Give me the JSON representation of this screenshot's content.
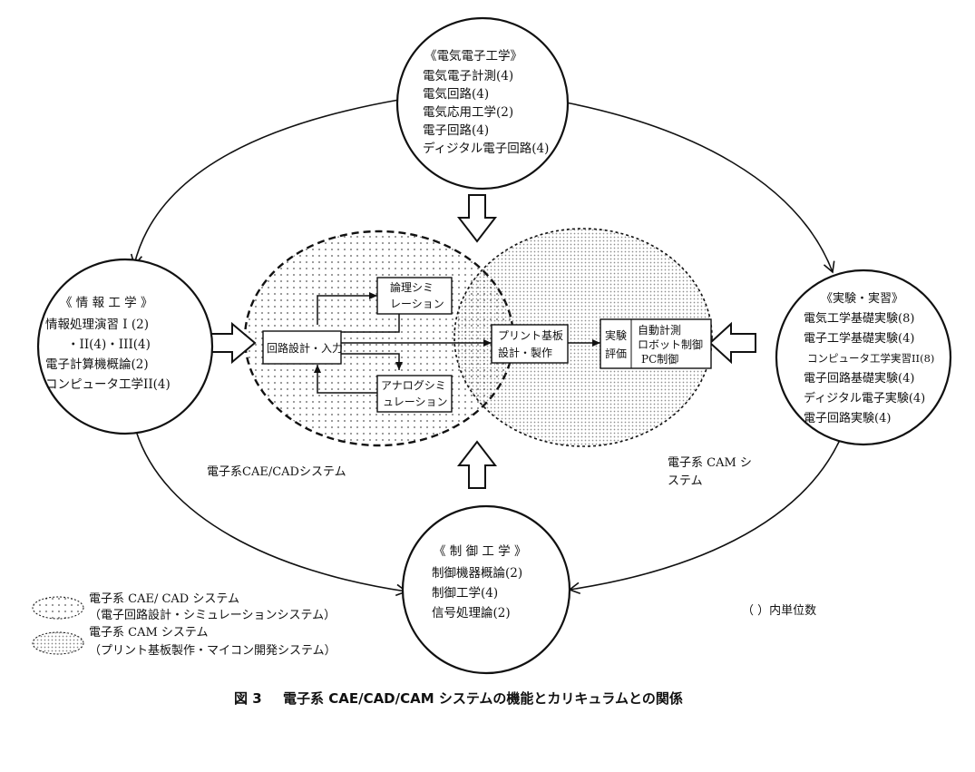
{
  "nodes": {
    "top": {
      "title": "《電気電子工学》",
      "items": [
        "電気電子計測(4)",
        "電気回路(4)",
        "電気応用工学(2)",
        "電子回路(4)",
        "ディジタル電子回路(4)"
      ]
    },
    "left": {
      "title": "《 情 報 工 学 》",
      "items": [
        "情報処理演習 I (2)",
        "・II(4)・III(4)",
        "電子計算機概論(2)",
        "コンピュータ工学II(4)"
      ]
    },
    "right": {
      "title": "《実験・実習》",
      "items": [
        "電気工学基礎実験(8)",
        "電子工学基礎実験(4)",
        "コンピュータ工学実習II(8)",
        "電子回路基礎実験(4)",
        "ディジタル電子実験(4)",
        "電子回路実験(4)"
      ]
    },
    "bottom": {
      "title": "《 制 御 工 学 》",
      "items": [
        "制御機器概論(2)",
        "制御工学(4)",
        "信号処理論(2)"
      ]
    }
  },
  "boxes": {
    "circuit_design": "回路設計・入力",
    "logic_sim": [
      "論理シミ",
      "レーション"
    ],
    "analog_sim": [
      "アナログシミ",
      "ュレーション"
    ],
    "pcb": [
      "プリント基板",
      "設計・製作"
    ],
    "experiment": [
      "実験",
      "評価"
    ],
    "control": [
      "自動計測",
      "ロボット制御",
      "PC制御"
    ]
  },
  "labels": {
    "cae_cad": "電子系CAE/CADシステム",
    "cam": [
      "電子系 CAM シ",
      "ステム"
    ]
  },
  "legend": {
    "cae_title": "電子系 CAE/ CAD システム",
    "cae_sub": "（電子回路設計・シミュレーションシステム）",
    "cam_title": "電子系 CAM システム",
    "cam_sub": "（プリント基板製作・マイコン開発システム）",
    "note": "（ ）内単位数"
  },
  "caption": {
    "label": "図 3",
    "text": "電子系 CAE/CAD/CAM システムの機能とカリキュラムとの関係"
  }
}
